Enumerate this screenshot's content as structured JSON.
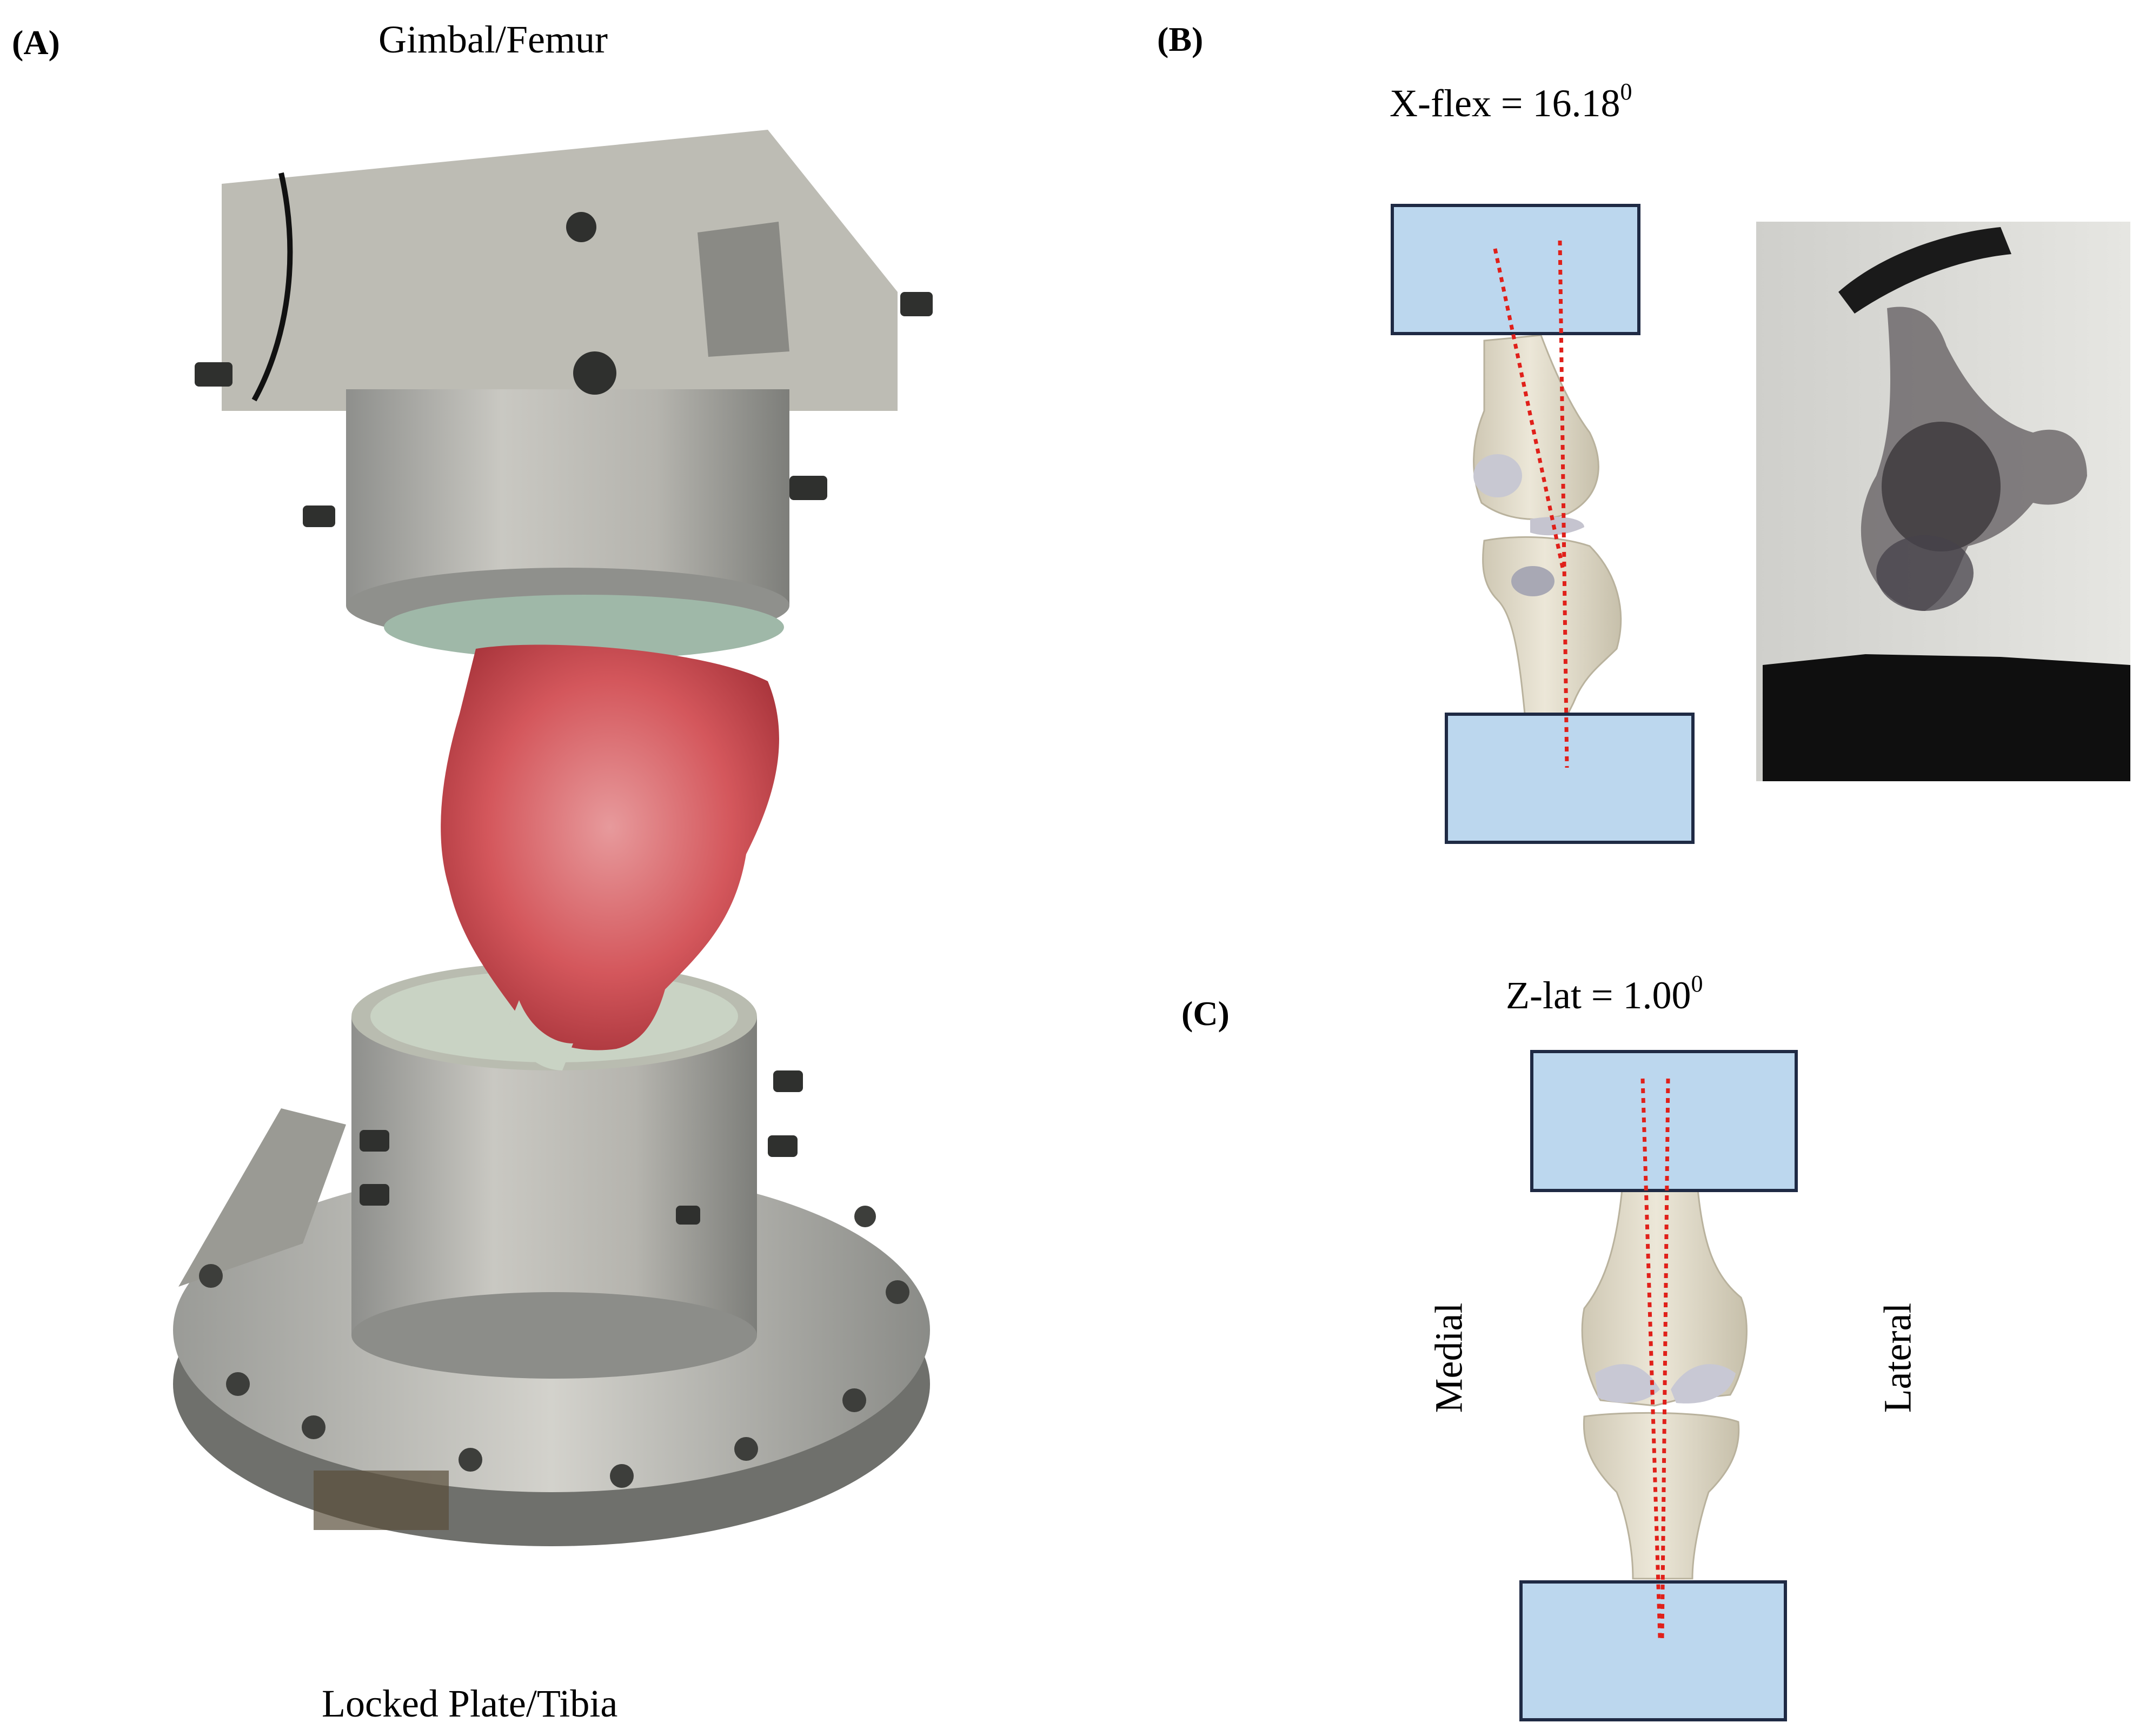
{
  "panels": {
    "a": {
      "label": "(A)",
      "top_caption": "Gimbal/Femur",
      "bottom_caption": "Locked Plate/Tibia"
    },
    "b": {
      "label": "(B)",
      "formula_prefix": "X-flex =  ",
      "formula_value": "16.18",
      "formula_sup": "0"
    },
    "c": {
      "label": "(C)",
      "formula_prefix": "Z-lat =  ",
      "formula_value": "1.00",
      "formula_sup": "0",
      "left_label": "Medial",
      "right_label": "Lateral"
    }
  },
  "colors": {
    "fixture_box": "#bcd7ee",
    "fixture_border": "#1f2a44",
    "axis_line": "#e0201a",
    "bone": "#e6e0cf",
    "tissue": "#d4575c"
  }
}
